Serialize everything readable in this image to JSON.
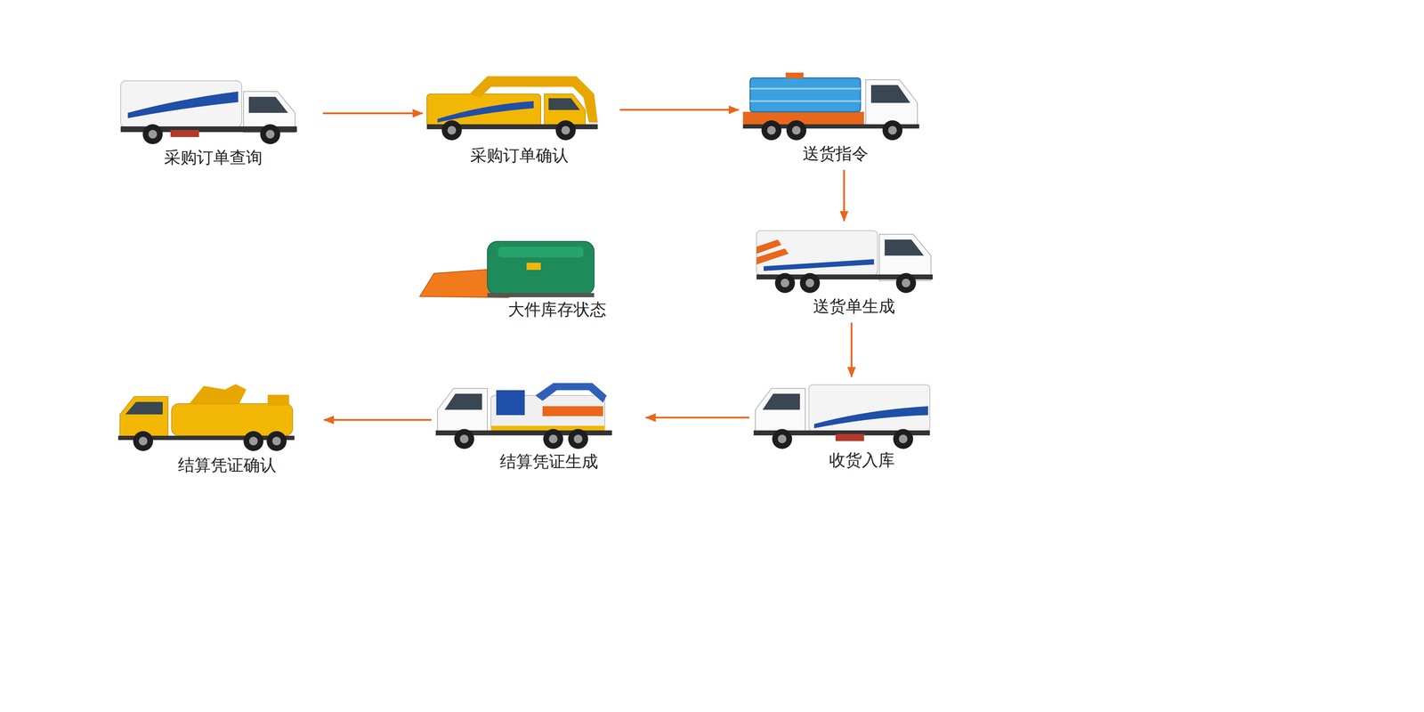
{
  "diagram": {
    "nodes": [
      {
        "text": [
          "采购订单查询"
        ]
      },
      {
        "text": [
          "采购订单确认"
        ]
      },
      {
        "text": [
          "送货指令"
        ]
      },
      {
        "text": [
          "大件库存状态"
        ]
      },
      {
        "text": [
          "送货单生成"
        ]
      },
      {
        "text": [
          "结算凭证确认"
        ]
      },
      {
        "text": [
          "结算凭证生成"
        ]
      },
      {
        "text": [
          "收货入库"
        ]
      }
    ],
    "edges": [
      {
        "from": 0,
        "to": 1,
        "arrow": "to"
      },
      {
        "from": 1,
        "to": 2,
        "arrow": "to"
      },
      {
        "from": 2,
        "to": 4,
        "arrow": "to"
      },
      {
        "from": 4,
        "to": 7,
        "arrow": "to"
      },
      {
        "from": 7,
        "to": 6,
        "arrow": "to"
      },
      {
        "from": 6,
        "to": 5,
        "arrow": "to"
      }
    ]
  }
}
